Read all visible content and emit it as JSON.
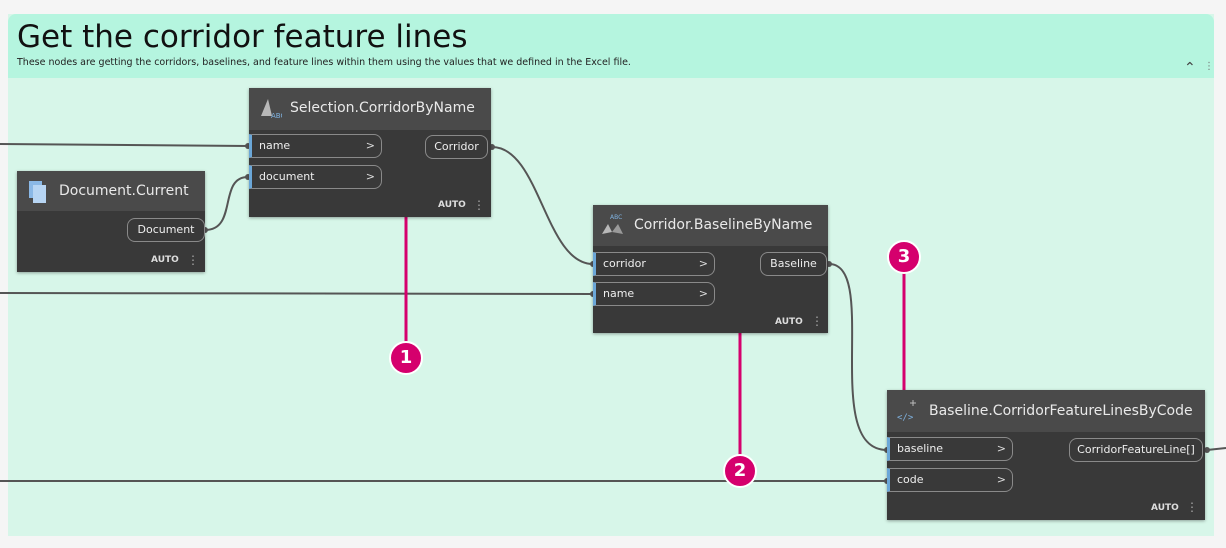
{
  "group": {
    "title": "Get the corridor feature lines",
    "description": "These nodes are getting the corridors, baselines, and feature lines within them using the values that we defined in the Excel file.",
    "collapse_icon": "chevron-up-icon",
    "colors": {
      "header": "#b5f5df",
      "body": "#d7f6e9"
    }
  },
  "nodes": {
    "selection": {
      "title": "Selection.CorridorByName",
      "inputs": [
        "name",
        "document"
      ],
      "output": "Corridor",
      "run_mode": "AUTO"
    },
    "document_current": {
      "title": "Document.Current",
      "output": "Document",
      "run_mode": "AUTO"
    },
    "baseline_by_name": {
      "title": "Corridor.BaselineByName",
      "inputs": [
        "corridor",
        "name"
      ],
      "output": "Baseline",
      "run_mode": "AUTO"
    },
    "feature_lines": {
      "title": "Baseline.CorridorFeatureLinesByCode",
      "inputs": [
        "baseline",
        "code"
      ],
      "output": "CorridorFeatureLine[]",
      "run_mode": "AUTO"
    }
  },
  "port_arrow": ">",
  "more_icon": "⋮",
  "callouts": [
    "1",
    "2",
    "3"
  ],
  "colors": {
    "callout": "#d5006d",
    "node": "#393939",
    "wire": "#555555"
  }
}
